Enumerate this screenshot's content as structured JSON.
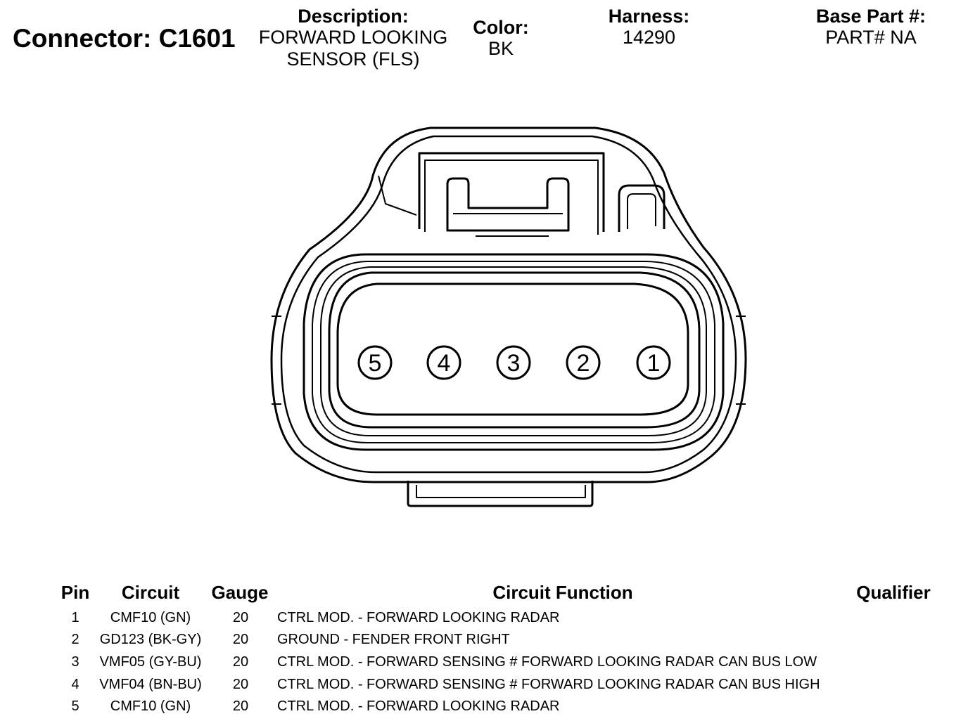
{
  "header": {
    "connector_label": "Connector: C1601",
    "description_label": "Description:",
    "description_line1": "FORWARD LOOKING",
    "description_line2": "SENSOR (FLS)",
    "color_label": "Color:",
    "color_value": "BK",
    "harness_label": "Harness:",
    "harness_value": "14290",
    "base_part_label": "Base Part #:",
    "base_part_value": "PART# NA"
  },
  "pins_face": [
    "5",
    "4",
    "3",
    "2",
    "1"
  ],
  "table": {
    "headers": {
      "pin": "Pin",
      "circuit": "Circuit",
      "gauge": "Gauge",
      "function": "Circuit Function",
      "qualifier": "Qualifier"
    },
    "rows": [
      {
        "pin": "1",
        "circuit": "CMF10 (GN)",
        "gauge": "20",
        "function": "CTRL MOD. - FORWARD LOOKING RADAR",
        "qualifier": ""
      },
      {
        "pin": "2",
        "circuit": "GD123 (BK-GY)",
        "gauge": "20",
        "function": "GROUND - FENDER FRONT RIGHT",
        "qualifier": ""
      },
      {
        "pin": "3",
        "circuit": "VMF05 (GY-BU)",
        "gauge": "20",
        "function": "CTRL MOD. - FORWARD SENSING # FORWARD LOOKING RADAR CAN BUS LOW",
        "qualifier": ""
      },
      {
        "pin": "4",
        "circuit": "VMF04 (BN-BU)",
        "gauge": "20",
        "function": "CTRL MOD. - FORWARD SENSING # FORWARD LOOKING RADAR CAN BUS HIGH",
        "qualifier": ""
      },
      {
        "pin": "5",
        "circuit": "CMF10 (GN)",
        "gauge": "20",
        "function": "CTRL MOD. - FORWARD LOOKING RADAR",
        "qualifier": ""
      }
    ]
  }
}
